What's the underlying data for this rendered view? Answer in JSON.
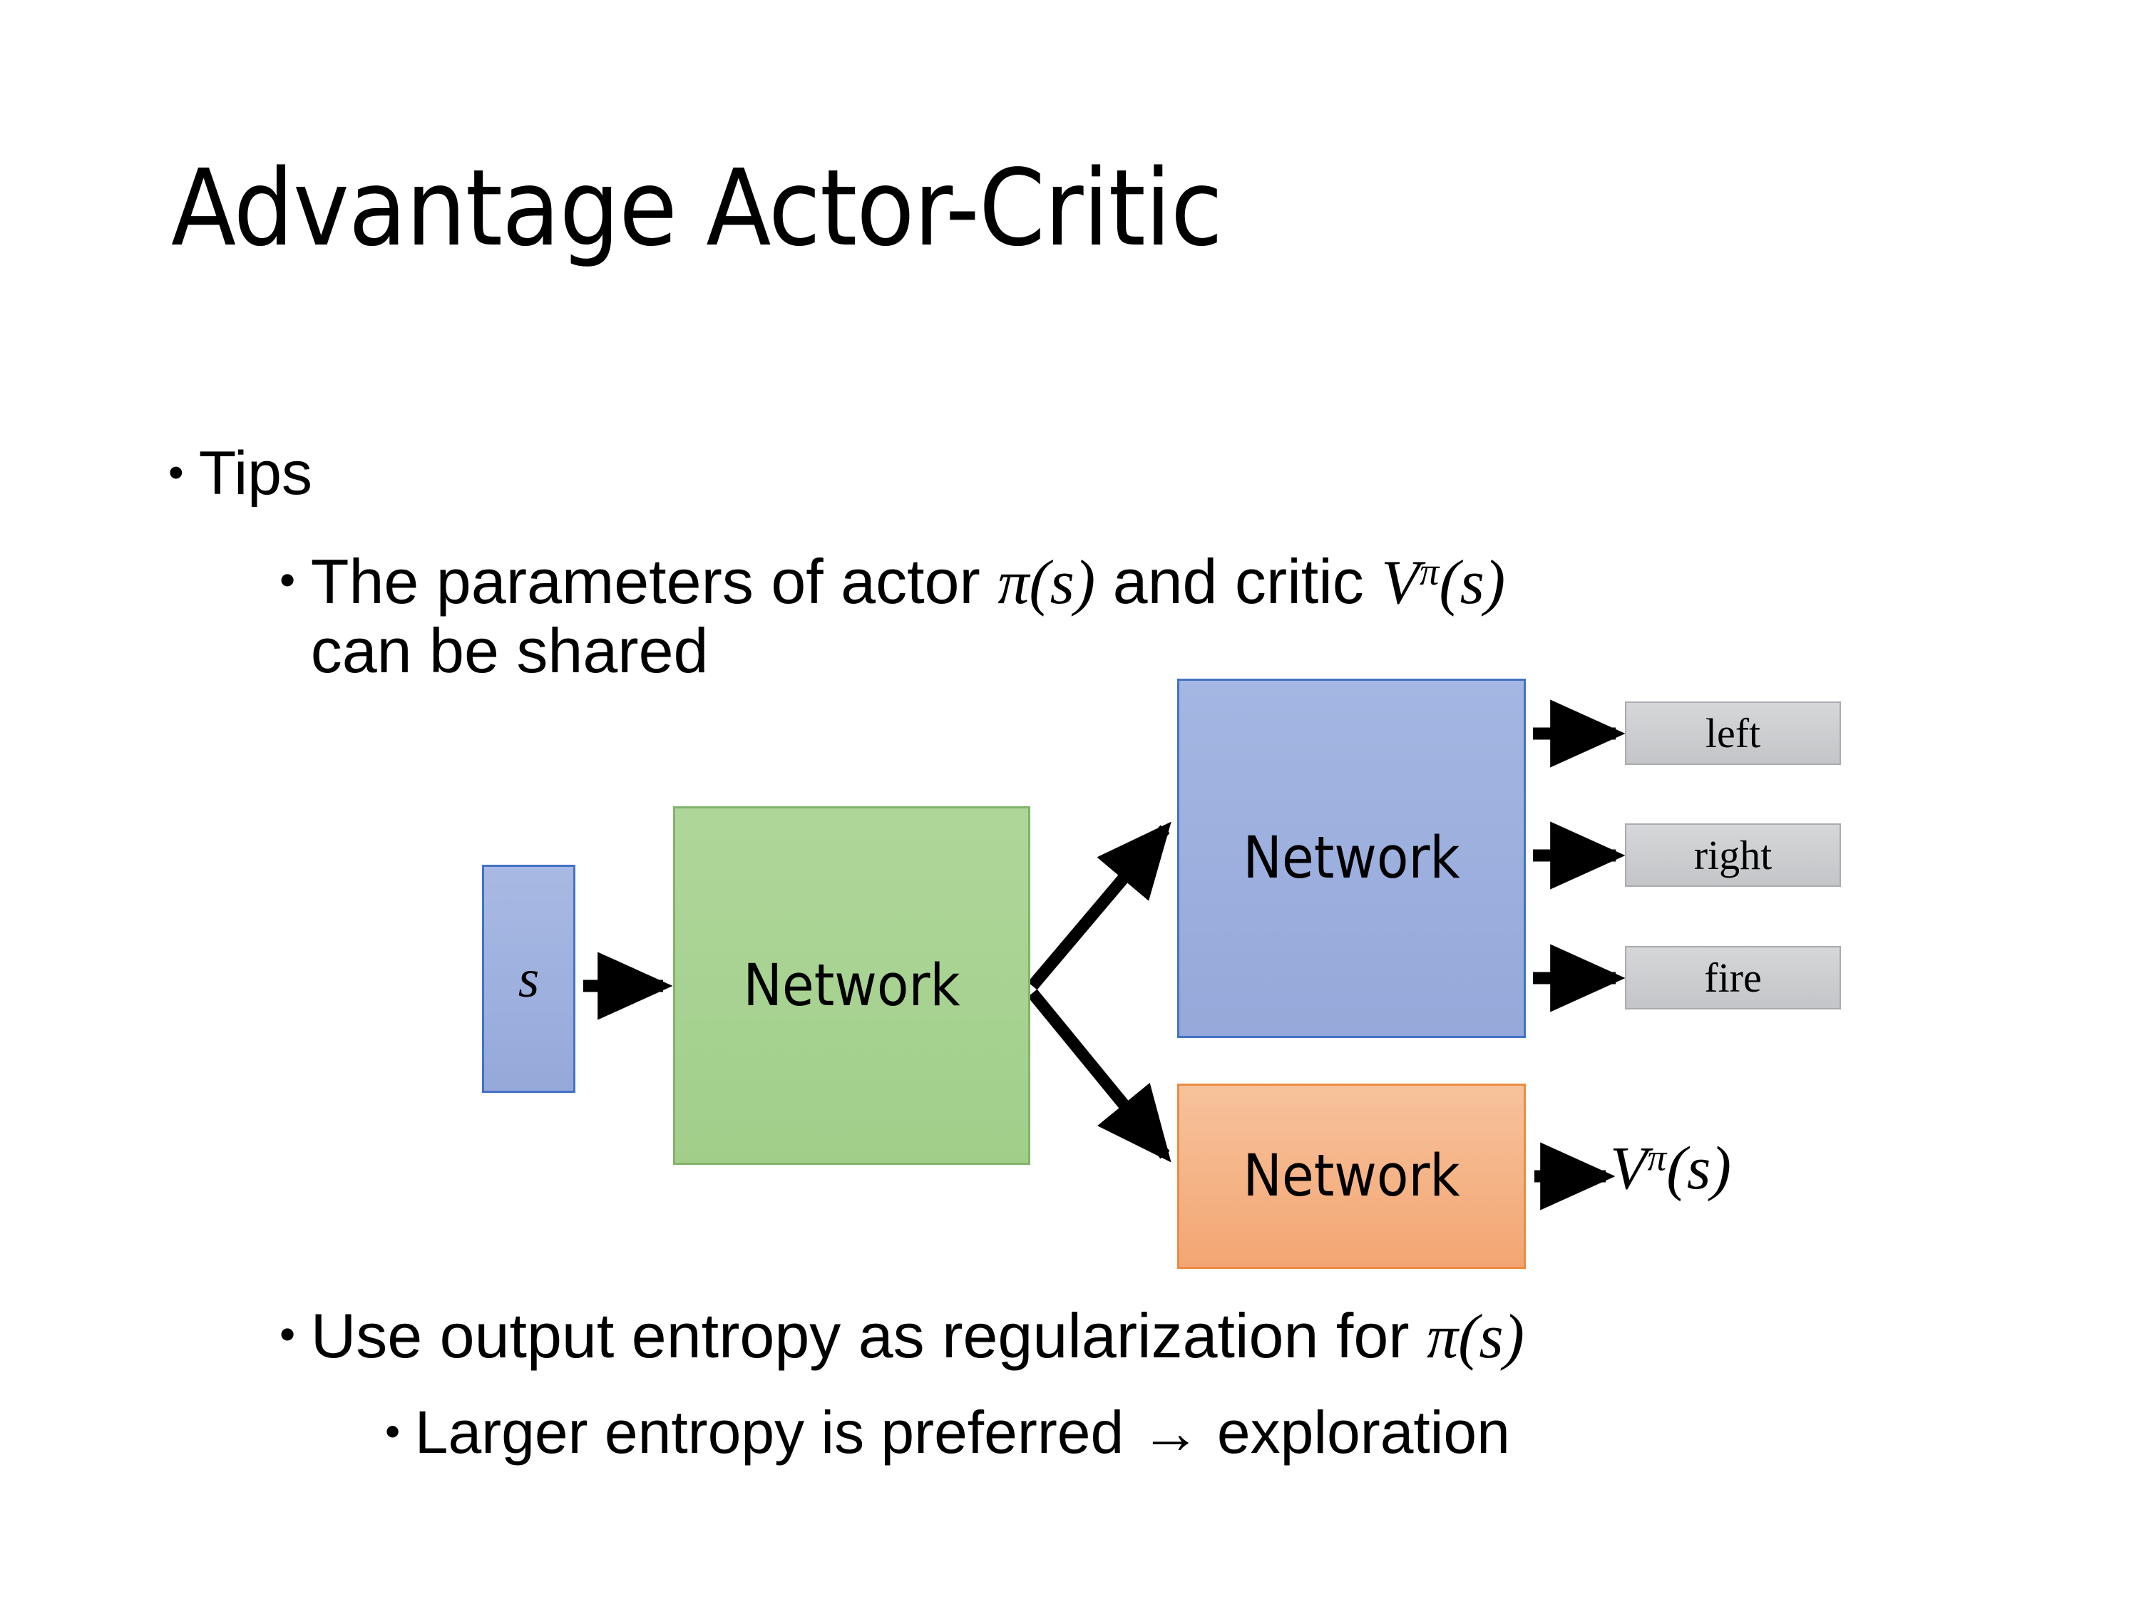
{
  "slide": {
    "title": "Advantage Actor-Critic",
    "background_color": "#FFFFFF"
  },
  "bullets": {
    "tips": {
      "marker": "•",
      "text": "Tips"
    },
    "parameters": {
      "marker": "•",
      "text_before_pi": "The parameters of actor ",
      "pi_of_s": "π(s)",
      "text_middle": "  and critic ",
      "v_symbol": "V",
      "v_superscript": "π",
      "v_arg": "(s)",
      "text_line2": "can be shared",
      "full_text": "The parameters of actor π(s)  and critic Vπ(s) can be shared"
    },
    "entropy": {
      "marker": "•",
      "text_before_pi": "Use output entropy as regularization for ",
      "pi_of_s": "π(s)",
      "full_text": "Use output entropy as regularization for π(s)"
    },
    "larger": {
      "marker": "•",
      "text": "Larger entropy is preferred → exploration"
    }
  },
  "diagram": {
    "state_box": {
      "label": "s",
      "fill_color": "#A4B6E2",
      "border_color": "#4472C4"
    },
    "shared_network": {
      "label": "Network",
      "fill_color": "#A9D18E",
      "border_color": "#83B36A"
    },
    "actor_network": {
      "label": "Network",
      "fill_color": "#9DB2DF",
      "border_color": "#4472C4"
    },
    "critic_network": {
      "label": "Network",
      "fill_color": "#F4B183",
      "border_color": "#EC8B43"
    },
    "actions": [
      {
        "label": "left",
        "fill_color": "#CFD1D4",
        "border_color": "#A9ABAE"
      },
      {
        "label": "right",
        "fill_color": "#CFD1D4",
        "border_color": "#A9ABAE"
      },
      {
        "label": "fire",
        "fill_color": "#CFD1D4",
        "border_color": "#A9ABAE"
      }
    ],
    "value_output": {
      "symbol": "V",
      "superscript": "π",
      "argument": "(s)",
      "full_text": "Vπ(s)"
    },
    "arrow_color": "#000000",
    "arrows": [
      {
        "name": "state-to-shared",
        "from": "state_box",
        "to": "shared_network"
      },
      {
        "name": "shared-to-actor",
        "from": "shared_network",
        "to": "actor_network"
      },
      {
        "name": "shared-to-critic",
        "from": "shared_network",
        "to": "critic_network"
      },
      {
        "name": "actor-to-left",
        "from": "actor_network",
        "to": "left"
      },
      {
        "name": "actor-to-right",
        "from": "actor_network",
        "to": "right"
      },
      {
        "name": "actor-to-fire",
        "from": "actor_network",
        "to": "fire"
      },
      {
        "name": "critic-to-value",
        "from": "critic_network",
        "to": "value_output"
      }
    ]
  }
}
